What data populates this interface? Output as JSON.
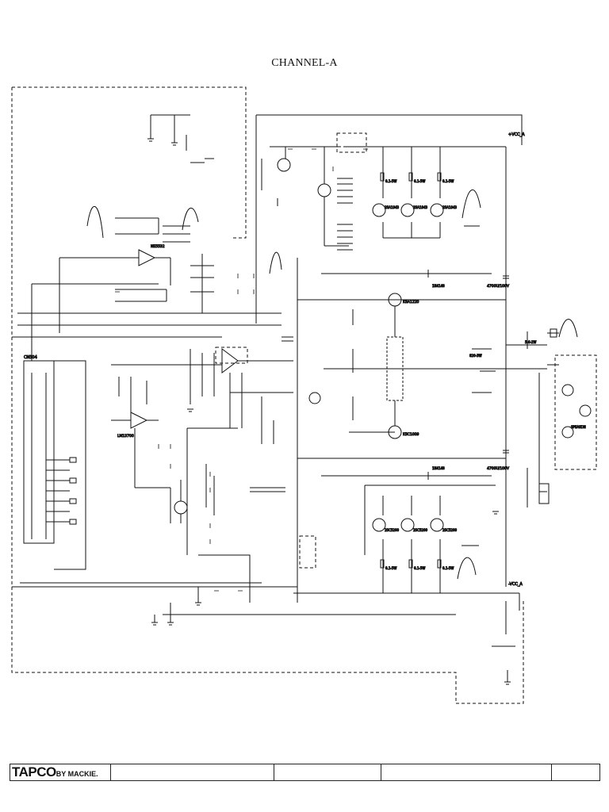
{
  "title": "CHANNEL-A",
  "logo": {
    "brand": "TAPCO",
    "suffix": "BY MACKIE."
  },
  "labels": {
    "vcc": "+VCC_A",
    "vee": "-VCC_A",
    "cap_main_top": "4700U/100V",
    "cap_main_bot": "4700U/100V",
    "q_upper": [
      "2SA1943",
      "2SA1943",
      "2SA1943"
    ],
    "q_lower": [
      "2SC5200",
      "2SC5200",
      "2SC5200"
    ],
    "r_emitter_top": [
      "0.1-5W",
      "0.1-5W",
      "0.1-5W"
    ],
    "r_emitter_bot": [
      "0.1-5W",
      "0.1-5W",
      "0.1-5W"
    ],
    "driver_top": "KSA1220",
    "driver_bot": "KSC1009",
    "diode_top": "1N4148",
    "diode_bot": "1N4148",
    "opamp": "NE5532",
    "ic_lm": "LM13700",
    "conn": "CN504",
    "out_l": "5.6-2W",
    "speakon": "SPEAKON",
    "r_out": "820-3W"
  }
}
